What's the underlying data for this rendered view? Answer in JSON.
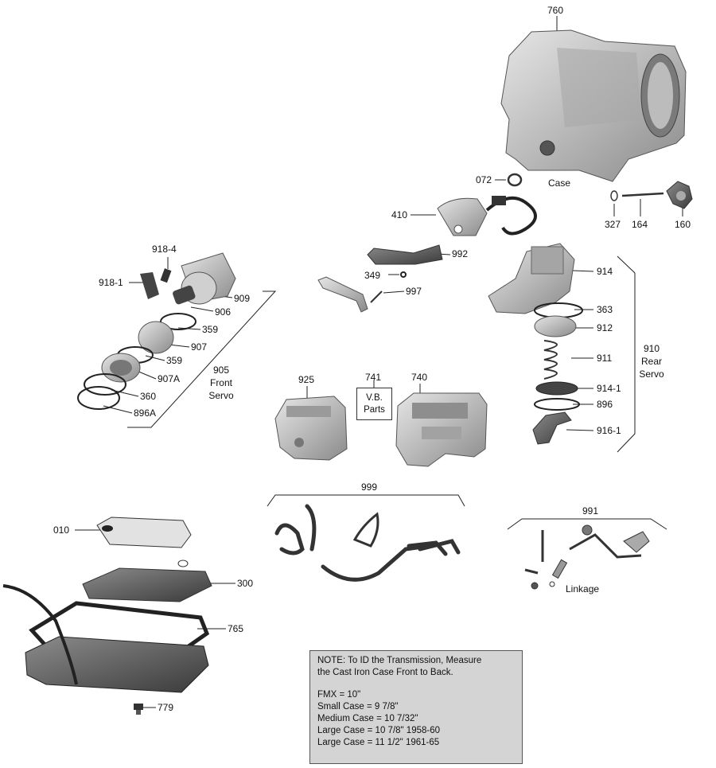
{
  "callouts": {
    "c760": "760",
    "case_label": "Case",
    "c072": "072",
    "c410": "410",
    "c327": "327",
    "c164": "164",
    "c160": "160",
    "c918_4": "918-4",
    "c918_1": "918-1",
    "c909": "909",
    "c906": "906",
    "c359a": "359",
    "c907": "907",
    "c359b": "359",
    "c907a": "907A",
    "c360": "360",
    "c896a": "896A",
    "c905": "905",
    "front": "Front",
    "servo_front": "Servo",
    "c992": "992",
    "c349": "349",
    "c997": "997",
    "c914": "914",
    "c363": "363",
    "c912": "912",
    "c911": "911",
    "c914_1": "914-1",
    "c896": "896",
    "c916_1": "916-1",
    "c910": "910",
    "rear": "Rear",
    "servo_rear": "Servo",
    "c925": "925",
    "c741": "741",
    "vb_line1": "V.B.",
    "vb_line2": "Parts",
    "c740": "740",
    "c999": "999",
    "c991": "991",
    "linkage": "Linkage",
    "c010": "010",
    "c300": "300",
    "c765": "765",
    "c779": "779"
  },
  "note": {
    "line1": "NOTE: To ID the Transmission, Measure",
    "line2": "the Cast Iron Case Front to Back.",
    "fmx": "FMX = 10\"",
    "small": "Small Case = 9 7/8\"",
    "medium": "Medium Case = 10 7/32\"",
    "large1": "Large Case = 10 7/8\" 1958-60",
    "large2": "Large Case = 11 1/2\" 1961-65"
  }
}
